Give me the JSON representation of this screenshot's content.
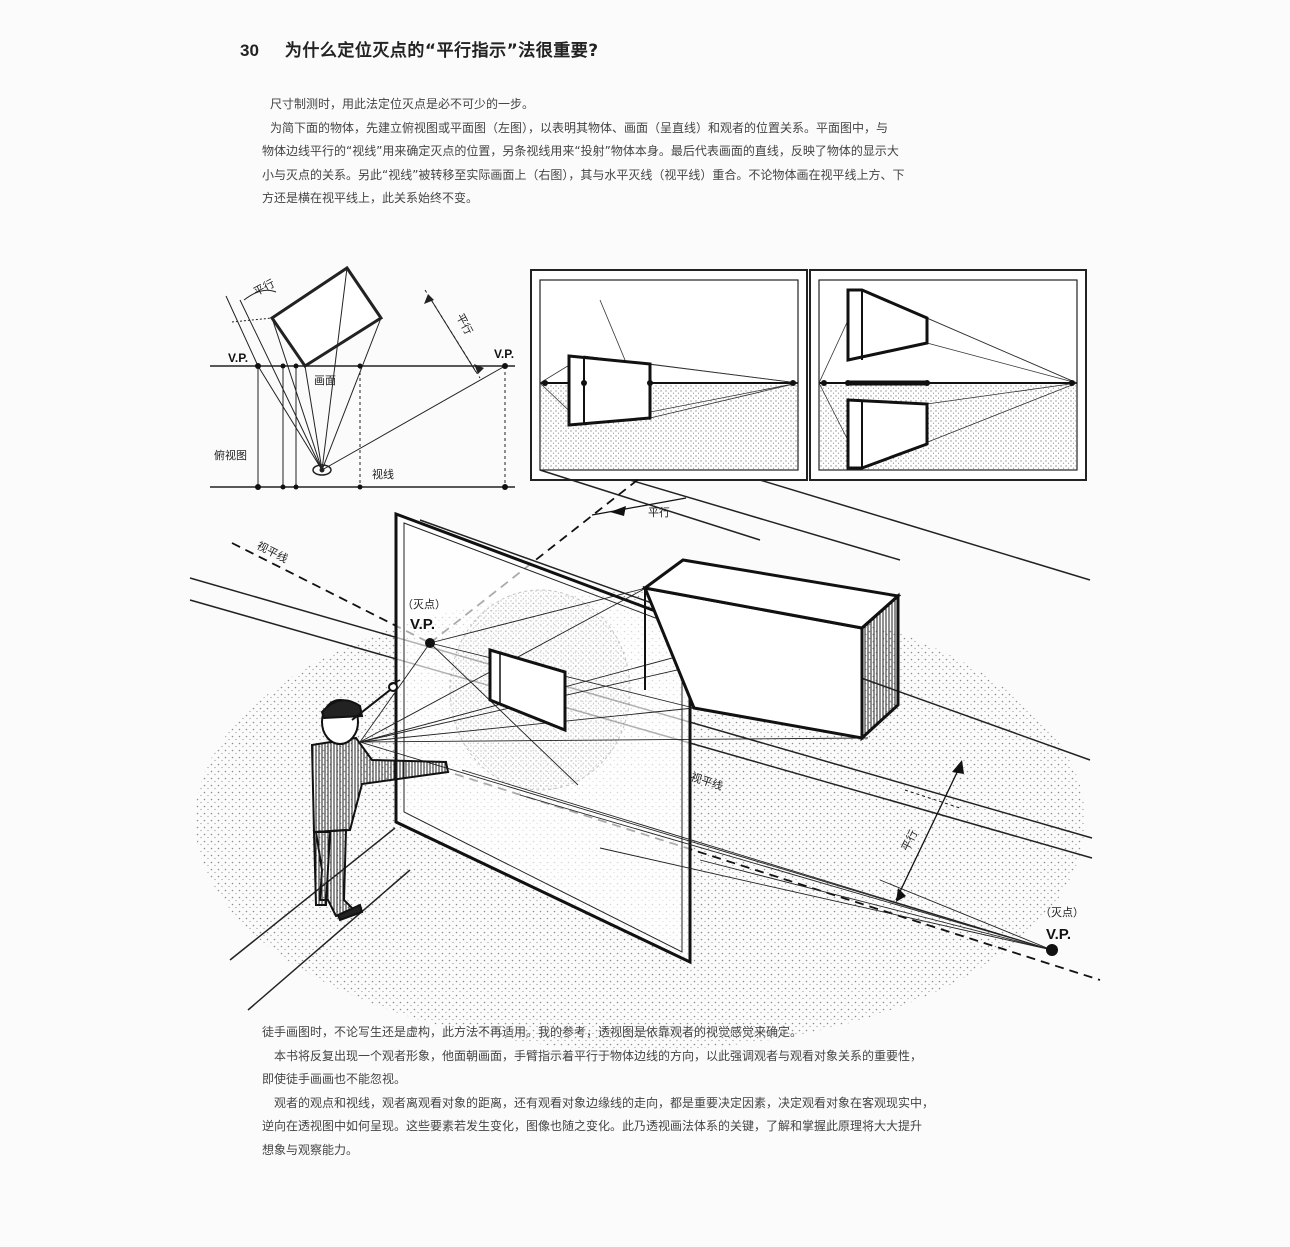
{
  "header": {
    "page_number": "30",
    "title": "为什么定位灭点的“平行指示”法很重要?"
  },
  "intro_text": [
    "尺寸制测时，用此法定位灭点是必不可少的一步。",
    "为简下面的物体，先建立俯视图或平面图（左图），以表明其物体、画面（呈直线）和观者的位置关系。平面图中，与",
    "物体边线平行的“视线”用来确定灭点的位置，另条视线用来“投射”物体本身。最后代表画面的直线，反映了物体的显示大",
    "小与灭点的关系。另此“视线”被转移至实际画面上（右图），其与水平灭线（视平线）重合。不论物体画在视平线上方、下",
    "方还是横在视平线上，此关系始终不变。"
  ],
  "diagram_labels": {
    "parallel_1": "平行",
    "parallel_2": "平行",
    "vp_left": "V.P.",
    "vp_right": "V.P.",
    "picture_plane": "画面",
    "plan_view": "俯视图",
    "sight_line": "视线",
    "parallel_3": "平行",
    "horizon_1": "视平线",
    "vp_main_note": "（灭点）",
    "vp_main": "V.P.",
    "horizon_2": "视平线",
    "parallel_4": "平行",
    "vp_bottom_note": "（灭点）",
    "vp_bottom": "V.P."
  },
  "outro_text": [
    "徒手画图时，不论写生还是虚构，此方法不再适用。我的参考，透视图是依靠观者的视觉感觉来确定。",
    "本书将反复出现一个观者形象，他面朝画面，手臂指示着平行于物体边线的方向，以此强调观者与观看对象关系的重要性，",
    "即使徒手画画也不能忽视。",
    "观者的观点和视线，观者离观看对象的距离，还有观看对象边缘线的走向，都是重要决定因素，决定观看对象在客观现实中，",
    "逆向在透视图中如何呈现。这些要素若发生变化，图像也随之变化。此乃透视画法体系的关键，了解和掌握此原理将大大提升",
    "想象与观察能力。"
  ]
}
